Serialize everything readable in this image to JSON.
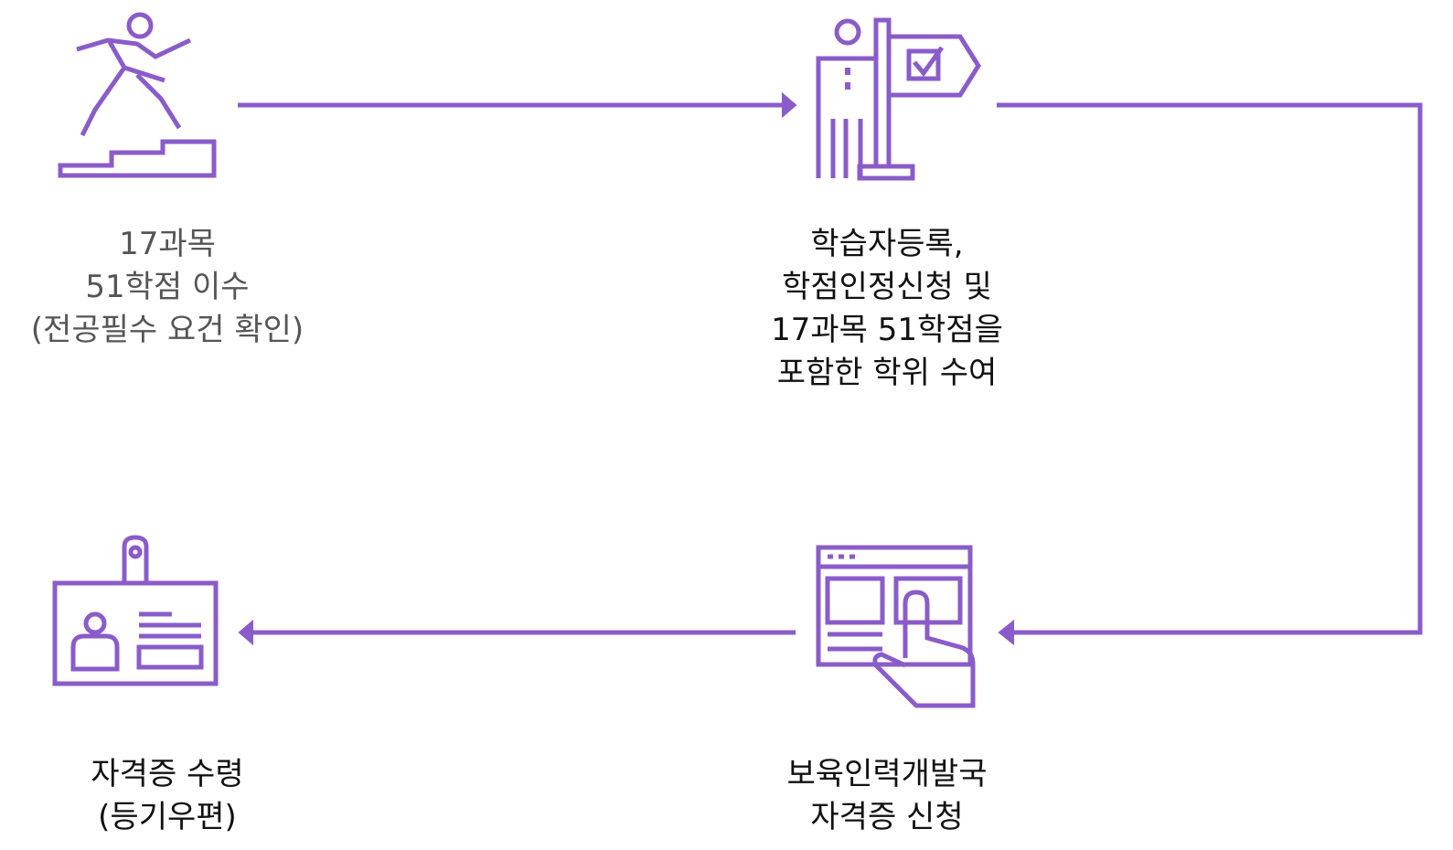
{
  "colors": {
    "accent": "#8a5cc9",
    "text_primary": "#111111",
    "text_secondary": "#555555",
    "background": "#ffffff"
  },
  "steps": [
    {
      "icon": "running-up-stairs-icon",
      "lines": [
        "17과목",
        "51학점 이수",
        "(전공필수 요건 확인)"
      ]
    },
    {
      "icon": "person-with-checkbox-flag-icon",
      "lines": [
        "학습자등록,",
        "학점인정신청 및",
        "17과목 51학점을",
        "포함한 학위 수여"
      ]
    },
    {
      "icon": "touch-web-application-icon",
      "lines": [
        "보육인력개발국",
        "자격증 신청"
      ]
    },
    {
      "icon": "id-card-badge-icon",
      "lines": [
        "자격증 수령",
        "(등기우편)"
      ]
    }
  ]
}
